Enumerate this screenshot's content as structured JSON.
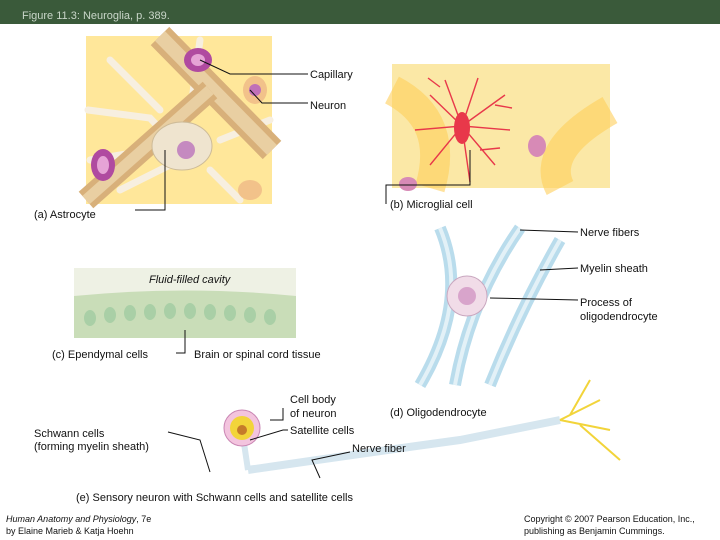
{
  "header": {
    "title": "Figure 11.3: Neuroglia, p. 389."
  },
  "labels": {
    "capillary": "Capillary",
    "neuron": "Neuron",
    "astrocyte": "(a) Astrocyte",
    "microglial": "(b) Microglial cell",
    "nerve_fibers": "Nerve fibers",
    "myelin_sheath": "Myelin sheath",
    "fluid_cavity": "Fluid-filled cavity",
    "process_oligo_1": "Process of",
    "process_oligo_2": "oligodendrocyte",
    "ependymal": "(c) Ependymal cells",
    "brain_tissue": "Brain or spinal cord tissue",
    "cell_body_1": "Cell body",
    "cell_body_2": "of neuron",
    "oligodendrocyte": "(d) Oligodendrocyte",
    "satellite": "Satellite cells",
    "schwann_1": "Schwann cells",
    "schwann_2": "(forming myelin sheath)",
    "nerve_fiber": "Nerve fiber",
    "sensory": "(e) Sensory neuron with Schwann cells and satellite cells"
  },
  "footer": {
    "book_title": "Human Anatomy and Physiology",
    "edition": ", 7e",
    "authors": "by Elaine Marieb & Katja Hoehn",
    "copyright_1": "Copyright © 2007 Pearson Education, Inc.,",
    "copyright_2": "publishing as Benjamin Cummings."
  },
  "colors": {
    "header_bar": "#3a5a3a",
    "astrocyte": "#efe4cf",
    "background_yellow": "#ffe79a",
    "capillary": "#d8b07a",
    "vessel_purple": "#b04aa0",
    "microglia": "#e8384a",
    "myelin": "#b9dcec",
    "oligodendrocyte_body": "#f1dce8",
    "ependymal_tissue": "#c9ddb8",
    "nerve_fiber_yellow": "#f2d43a"
  }
}
